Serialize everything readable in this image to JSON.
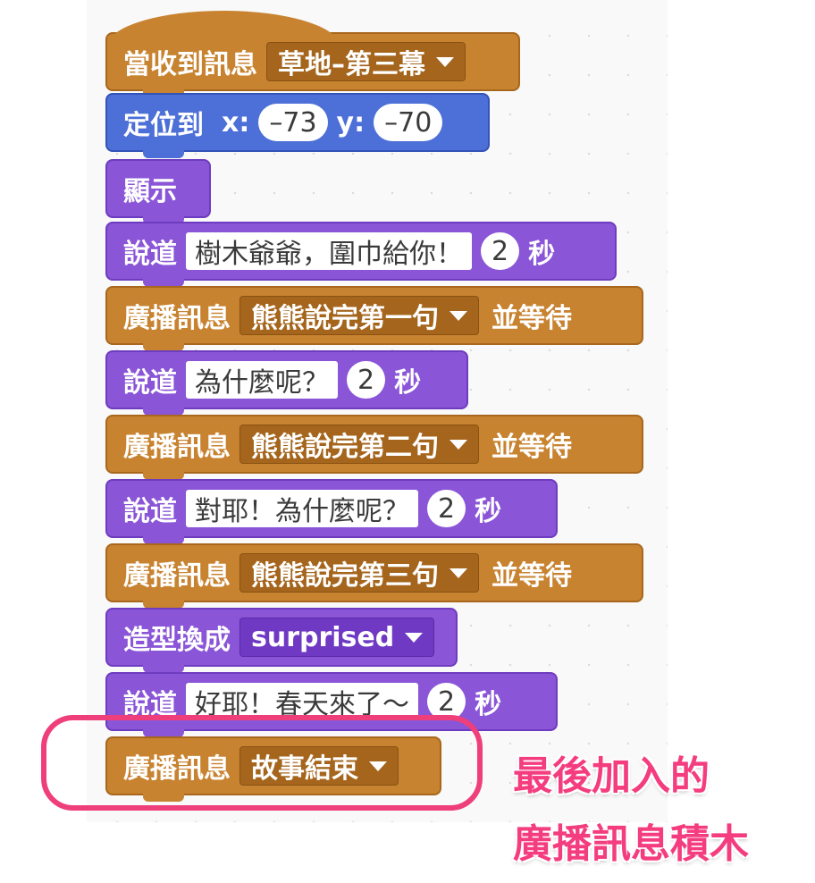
{
  "blocks": {
    "when_receive": {
      "label": "當收到訊息",
      "message": "草地–第三幕"
    },
    "goto": {
      "label": "定位到",
      "x_label": "x:",
      "x": "–73",
      "y_label": "y:",
      "y": "–70"
    },
    "show": {
      "label": "顯示"
    },
    "say1": {
      "label": "說道",
      "text": "樹木爺爺，圍巾給你！",
      "secs": "2",
      "unit": "秒"
    },
    "bcast1": {
      "label": "廣播訊息",
      "message": "熊熊說完第一句",
      "suffix": "並等待"
    },
    "say2": {
      "label": "說道",
      "text": "為什麼呢？",
      "secs": "2",
      "unit": "秒"
    },
    "bcast2": {
      "label": "廣播訊息",
      "message": "熊熊說完第二句",
      "suffix": "並等待"
    },
    "say3": {
      "label": "說道",
      "text": "對耶！為什麼呢？",
      "secs": "2",
      "unit": "秒"
    },
    "bcast3": {
      "label": "廣播訊息",
      "message": "熊熊說完第三句",
      "suffix": "並等待"
    },
    "costume": {
      "label": "造型換成",
      "costume": "surprised"
    },
    "say4": {
      "label": "說道",
      "text": "好耶！春天來了～",
      "secs": "2",
      "unit": "秒"
    },
    "bcast_end": {
      "label": "廣播訊息",
      "message": "故事結束"
    }
  },
  "annotation": {
    "line1": "最後加入的",
    "line2": "廣播訊息積木"
  },
  "colors": {
    "events": "#c88330",
    "motion": "#4c6fd8",
    "looks": "#8a55d7",
    "callout": "#ef3f7a"
  }
}
